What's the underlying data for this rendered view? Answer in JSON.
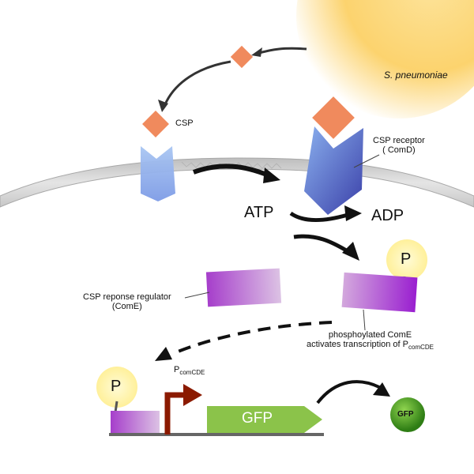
{
  "organism": "S. pneumoniae",
  "labels": {
    "csp": "CSP",
    "csp_receptor_line1": "CSP receptor",
    "csp_receptor_line2": "( ComD)",
    "atp": "ATP",
    "adp": "ADP",
    "regulator_line1": "CSP reponse regulator",
    "regulator_line2": "(ComE)",
    "phospho_line1": "phosphoylated ComE",
    "phospho_line2_prefix": "activates transcription of P",
    "phospho_line2_sub": "comCDE",
    "promoter_prefix": "P",
    "promoter_sub": "comCDE",
    "phosphate_p1": "P",
    "phosphate_p2": "P",
    "gfp_gene": "GFP",
    "gfp_protein": "GFP"
  },
  "colors": {
    "cell": "#fcd36e",
    "csp": "#f08a5d",
    "membrane": "#d3d3d3",
    "receptor": "#5a6fd0",
    "regulator": "#a63ecb",
    "phosphate": "#fff3a3",
    "promoter_arrow": "#8b1a00",
    "gfp_gene": "#8bc34a",
    "gfp_protein": "#3d8b1a"
  }
}
